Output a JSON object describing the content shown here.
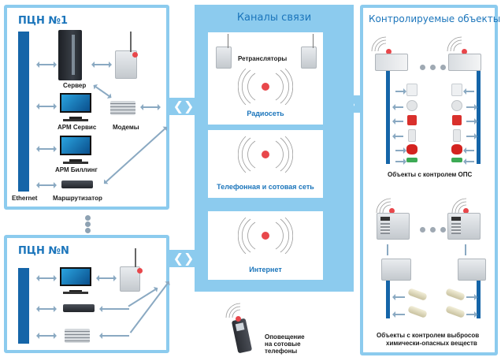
{
  "panels": {
    "pcn1": {
      "title": "ПЦН №1",
      "bus_label": "Ethernet",
      "devices": [
        "Сервер",
        "АРМ Сервис",
        "АРМ Биллинг",
        "Маршрутизатор",
        "Модемы"
      ]
    },
    "pcnN": {
      "title": "ПЦН №N"
    },
    "channels": {
      "title": "Каналы связи",
      "boxes": [
        {
          "top_label": "Ретрансляторы",
          "label": "Радиосеть"
        },
        {
          "label": "Телефонная и сотовая  сеть"
        },
        {
          "label": "Интернет"
        }
      ]
    },
    "controlled": {
      "title": "Контролируемые объекты",
      "groups": [
        {
          "label": "Объекты с контролем ОПС"
        },
        {
          "label_line1": "Объекты с контролем выбросов",
          "label_line2": "химически-опасных веществ"
        }
      ]
    }
  },
  "phone_note": {
    "line1": "Оповещение",
    "line2": "на сотовые",
    "line3": "телефоны"
  },
  "connector_glyph": "❮❯",
  "colors": {
    "panel_border": "#8ccbee",
    "title": "#1b75bb",
    "bus": "#1565a8",
    "signal": "#e8474b",
    "arrow": "#8aa9c2"
  }
}
